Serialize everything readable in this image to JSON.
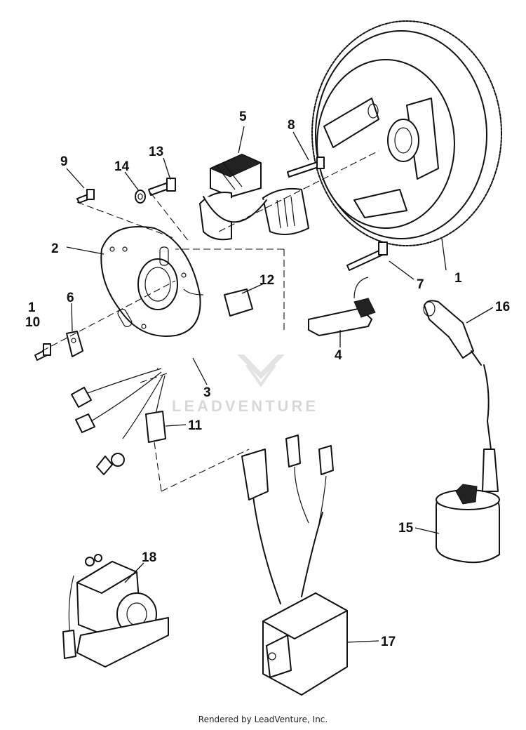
{
  "callouts": [
    {
      "id": "1",
      "label": "1"
    },
    {
      "id": "1b",
      "label": "1"
    },
    {
      "id": "2",
      "label": "2"
    },
    {
      "id": "3",
      "label": "3"
    },
    {
      "id": "4",
      "label": "4"
    },
    {
      "id": "5",
      "label": "5"
    },
    {
      "id": "6",
      "label": "6"
    },
    {
      "id": "7",
      "label": "7"
    },
    {
      "id": "8",
      "label": "8"
    },
    {
      "id": "9",
      "label": "9"
    },
    {
      "id": "10",
      "label": "10"
    },
    {
      "id": "11",
      "label": "11"
    },
    {
      "id": "12",
      "label": "12"
    },
    {
      "id": "13",
      "label": "13"
    },
    {
      "id": "14",
      "label": "14"
    },
    {
      "id": "15",
      "label": "15"
    },
    {
      "id": "16",
      "label": "16"
    },
    {
      "id": "17",
      "label": "17"
    },
    {
      "id": "18",
      "label": "18"
    }
  ],
  "watermark": "LEADVENTURE",
  "footer": "Rendered by LeadVenture, Inc."
}
